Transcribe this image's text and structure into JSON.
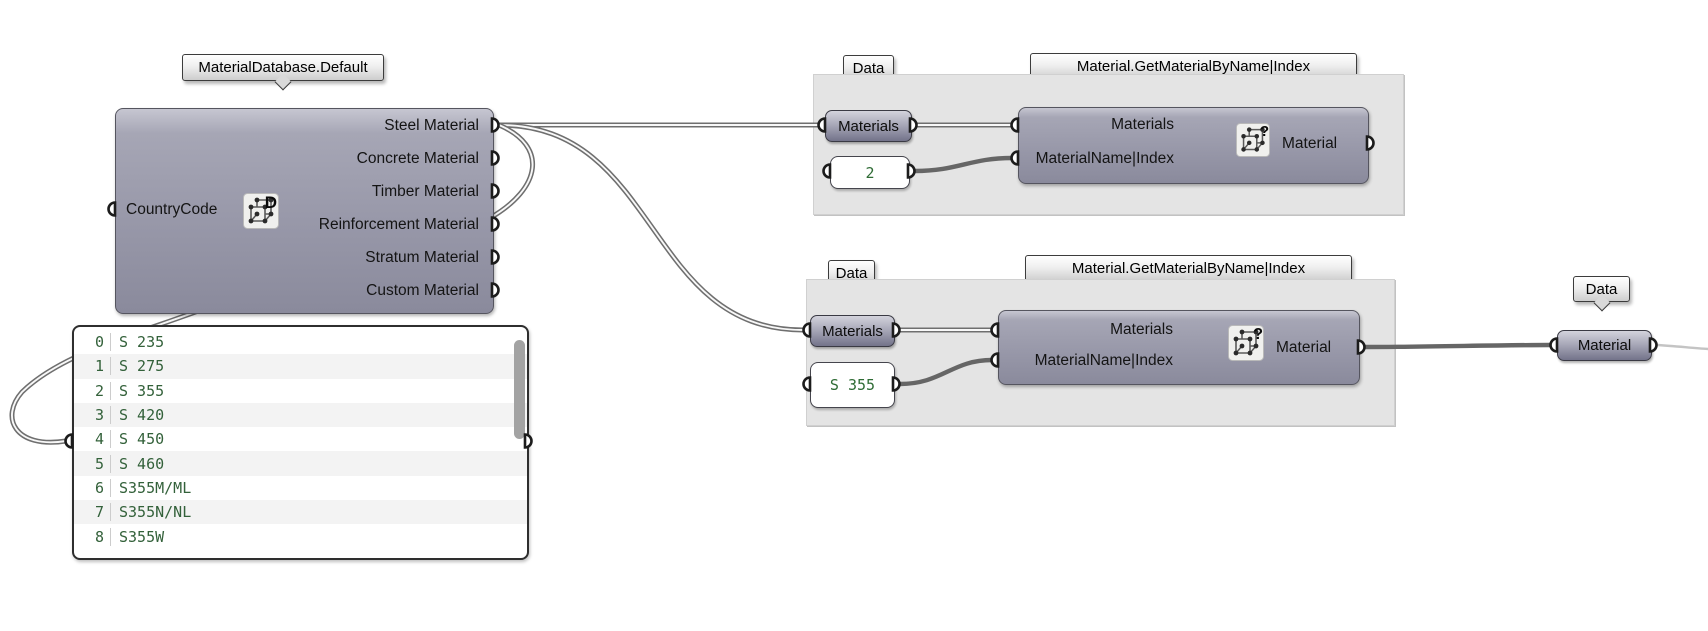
{
  "colors": {
    "node_fill": "#9898a9",
    "group_fill": "#e4e4e4",
    "wire_gray": "#6f6f6f",
    "value_text_green": "#2e6b34",
    "canvas_bg": "#ffffff"
  },
  "main_component": {
    "tooltip": "MaterialDatabase.Default",
    "input": "CountryCode",
    "icon": "database-cube-d-icon",
    "icon_letter": "D",
    "outputs": [
      "Steel Material",
      "Concrete Material",
      "Timber Material",
      "Reinforcement Material",
      "Stratum Material",
      "Custom Material"
    ]
  },
  "panel": {
    "rows": [
      {
        "i": "0",
        "v": "S 235"
      },
      {
        "i": "1",
        "v": "S 275"
      },
      {
        "i": "2",
        "v": "S 355"
      },
      {
        "i": "3",
        "v": "S 420"
      },
      {
        "i": "4",
        "v": "S 450"
      },
      {
        "i": "5",
        "v": "S 460"
      },
      {
        "i": "6",
        "v": "S355M/ML"
      },
      {
        "i": "7",
        "v": "S355N/NL"
      },
      {
        "i": "8",
        "v": "S355W"
      }
    ]
  },
  "group1": {
    "data_tag": "Data",
    "capsule_label": "Materials",
    "input_value": "2",
    "component": {
      "tooltip": "Material.GetMaterialByName|Index",
      "input1": "Materials",
      "input2": "MaterialName|Index",
      "output": "Material",
      "icon_letter": "?"
    }
  },
  "group2": {
    "data_tag": "Data",
    "capsule_label": "Materials",
    "input_value": "S 355",
    "component": {
      "tooltip": "Material.GetMaterialByName|Index",
      "input1": "Materials",
      "input2": "MaterialName|Index",
      "output": "Material",
      "icon_letter": "?"
    }
  },
  "output_capsule": {
    "data_tag": "Data",
    "label": "Material"
  }
}
